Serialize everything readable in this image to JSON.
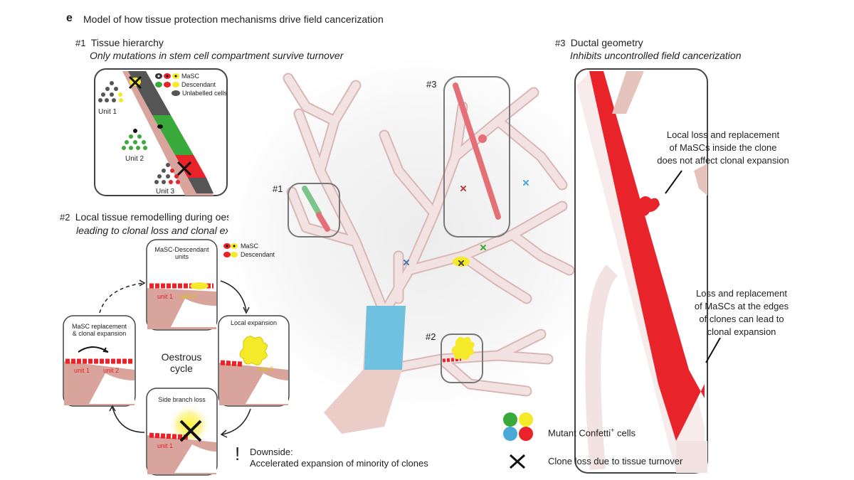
{
  "figure": {
    "panel_letter": "e",
    "title": "Model of how tissue protection mechanisms drive field cancerization"
  },
  "section1": {
    "number": "#1",
    "title": "Tissue hierarchy",
    "subtitle": "Only mutations in stem cell compartment survive turnover",
    "legend": {
      "masc": "MaSC",
      "descendant": "Descendant",
      "unlabelled": "Unlabelled cells"
    },
    "units": [
      "Unit 1",
      "Unit 2",
      "Unit 3"
    ]
  },
  "section2": {
    "number": "#2",
    "title": "Local tissue remodelling during oestrous cycle",
    "subtitle": "leading to clonal loss and clonal expansion",
    "legend": {
      "masc": "MaSC",
      "descendant": "Descendant"
    },
    "cycle_center": "Oestrous\ncycle",
    "stages": {
      "top": "MaSC-Descendant\nunits",
      "right": "Local expansion",
      "bottom": "Side branch loss",
      "left": "MaSC replacement\n& clonal expansion"
    },
    "unit_labels": {
      "unit1": "unit 1",
      "unit2": "unit 2"
    },
    "downside_mark": "!",
    "downside_title": "Downside:",
    "downside_text": "Accelerated expansion of minority of clones"
  },
  "section3": {
    "number": "#3",
    "title": "Ductal geometry",
    "subtitle": "Inhibits uncontrolled field cancerization",
    "annotation_top": "Local loss and replacement\nof MaSCs inside the clone\ndoes not affect clonal expansion",
    "annotation_bottom": "Loss and replacement\nof MaSCs at the edges\nof clones can lead to\nclonal expansion"
  },
  "tree_labels": {
    "box1": "#1",
    "box2": "#2",
    "box3": "#3"
  },
  "legend": {
    "confetti_text": "Mutant Confetti",
    "confetti_sup": "+",
    "confetti_suffix": " cells",
    "clone_loss": "Clone loss due to tissue turnover"
  },
  "colors": {
    "duct": "#f3e2e2",
    "duct_edge": "#d9b7b5",
    "fat_pad": "#e6c4bd",
    "red": "#e8232a",
    "green": "#3aa93c",
    "yellow": "#f4ea2a",
    "blue": "#4aa9d8",
    "grey": "#555555",
    "stroma": "#d8a49c"
  }
}
